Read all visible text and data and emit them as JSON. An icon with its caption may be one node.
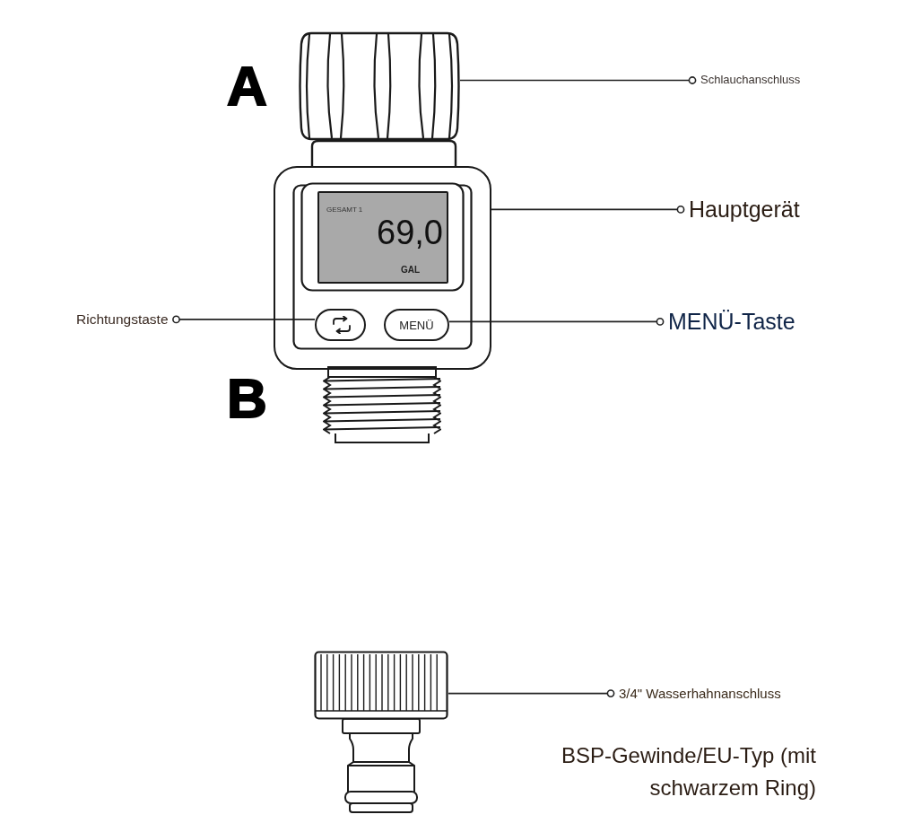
{
  "diagram": {
    "nodes": [
      {
        "text": [],
        "shape": "picture"
      },
      {
        "text": [
          "Schlauchanschluss"
        ]
      },
      {
        "text": [],
        "shape": "box"
      },
      {
        "text": [
          "GESAMT 1",
          "69,0",
          "GAL"
        ],
        "in": 2
      },
      {
        "text": [
          "Hauptgerät"
        ]
      },
      {
        "text": [
          "Richtungstaste"
        ]
      },
      {
        "text": [],
        "shape": "box",
        "in": 2
      },
      {
        "text": [
          "MENÜ"
        ],
        "in": 2
      },
      {
        "text": [
          "MENÜ-Taste"
        ]
      },
      {
        "text": [],
        "shape": "picture"
      },
      {
        "text": [
          "3/4\" Wasserhahnanschluss"
        ]
      }
    ],
    "edges": [
      {
        "from": 1,
        "to": 0,
        "arrow": "other"
      },
      {
        "from": 4,
        "to": 2,
        "arrow": "other"
      },
      {
        "from": 5,
        "to": 6,
        "arrow": "other"
      },
      {
        "from": 8,
        "to": 7,
        "arrow": "other"
      },
      {
        "from": 10,
        "to": 9,
        "arrow": "other"
      }
    ],
    "labels": [
      "A",
      "B",
      "BSP-Gewinde/EU-Typ (mit schwarzem Ring)"
    ]
  }
}
